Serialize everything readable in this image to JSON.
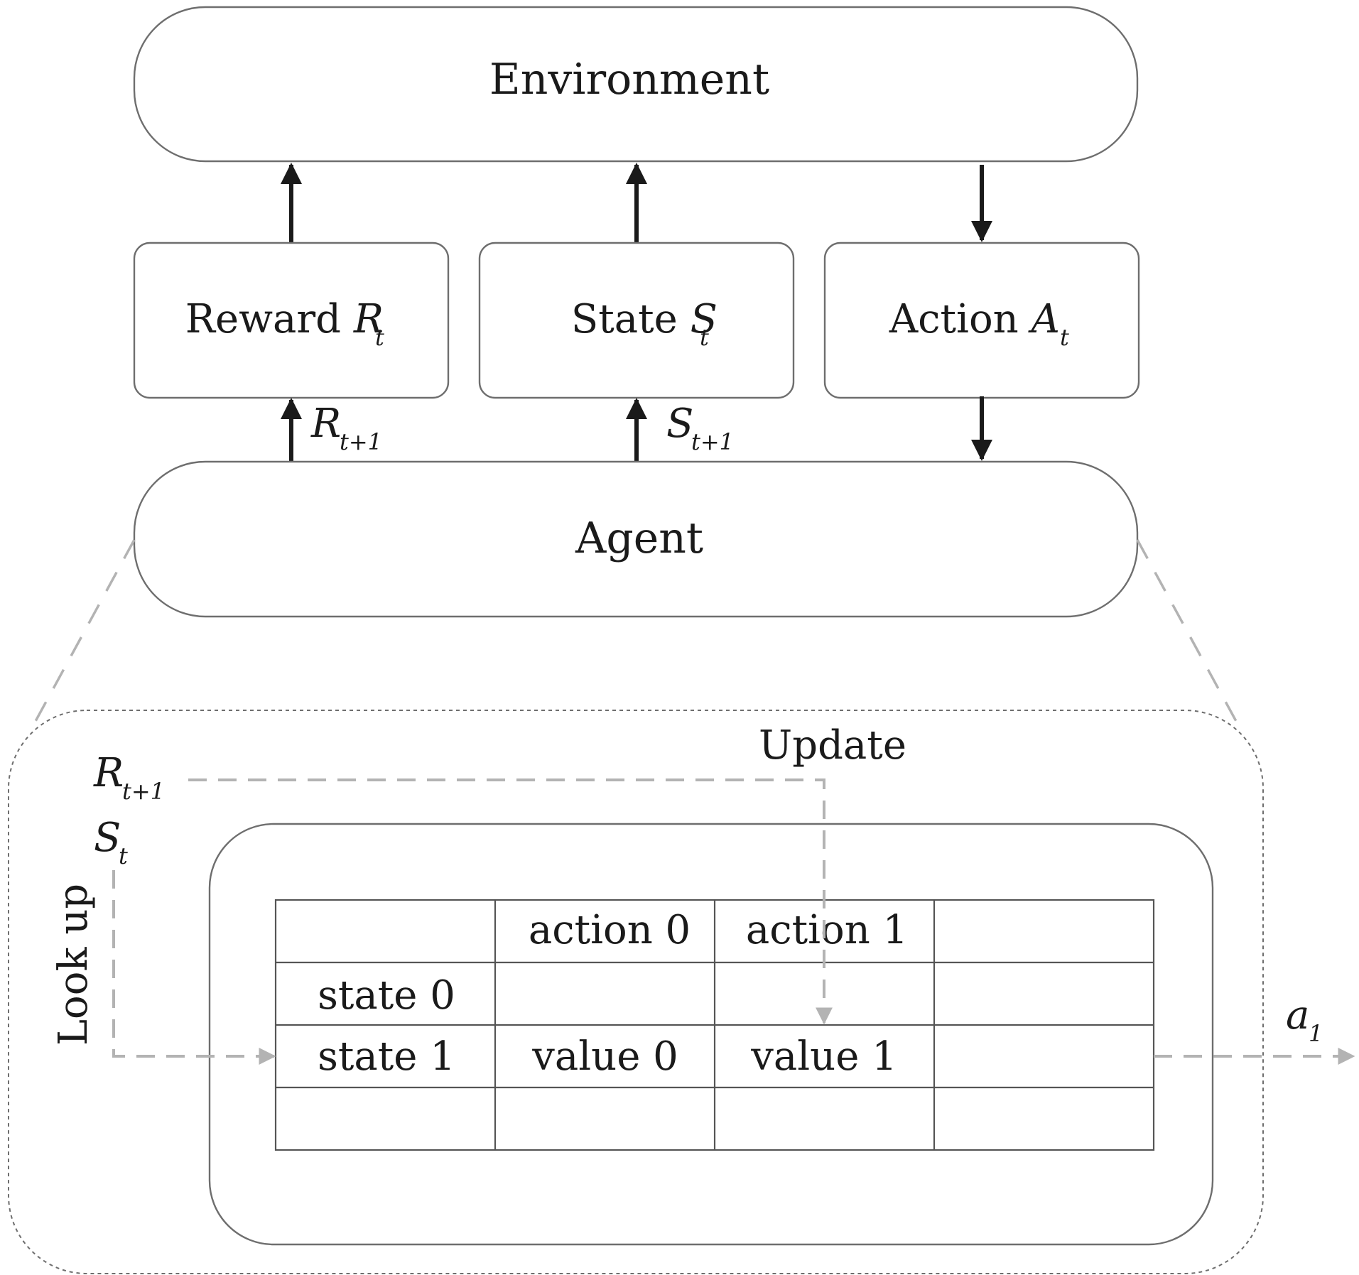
{
  "environment": {
    "label": "Environment"
  },
  "reward_box": {
    "label": "Reward ",
    "symbol": "R",
    "sub": "t"
  },
  "state_box": {
    "label": "State ",
    "symbol": "S",
    "sub": "t"
  },
  "action_box": {
    "label": "Action ",
    "symbol": "A",
    "sub": "t"
  },
  "reward_next": {
    "symbol": "R",
    "sub": "t+1"
  },
  "state_next": {
    "symbol": "S",
    "sub": "t+1"
  },
  "agent": {
    "label": "Agent"
  },
  "detail": {
    "update_label": "Update",
    "reward_input": {
      "symbol": "R",
      "sub": "t+1"
    },
    "state_input": {
      "symbol": "S",
      "sub": "t"
    },
    "lookup_label": "Look up",
    "output": {
      "symbol": "a",
      "sub": "1"
    },
    "table": {
      "header": [
        "",
        "action 0",
        "action 1",
        ""
      ],
      "rows": [
        [
          "state 0",
          "",
          "",
          ""
        ],
        [
          "state 1",
          "value 0",
          "value 1",
          ""
        ],
        [
          "",
          "",
          "",
          ""
        ]
      ]
    }
  }
}
